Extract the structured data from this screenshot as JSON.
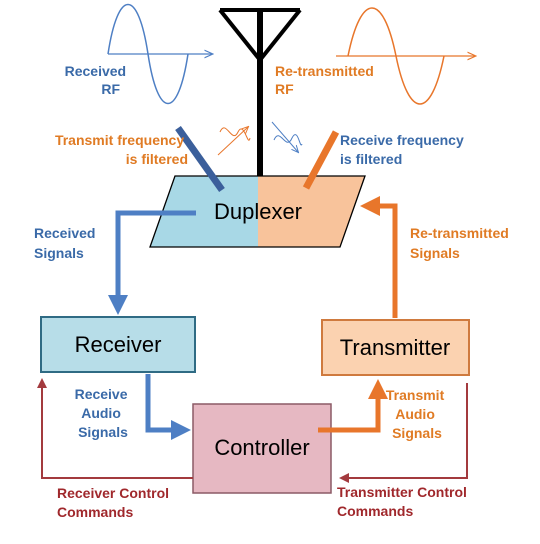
{
  "labels": {
    "received_rf_1": "Received",
    "received_rf_2": "RF",
    "retransmitted_rf_1": "Re-transmitted",
    "retransmitted_rf_2": "RF",
    "transmit_filtered_1": "Transmit frequency",
    "transmit_filtered_2": "is filtered",
    "receive_filtered_1": "Receive frequency",
    "receive_filtered_2": "is filtered",
    "duplexer": "Duplexer",
    "received_signals_1": "Received",
    "received_signals_2": "Signals",
    "retransmitted_signals_1": "Re-transmitted",
    "retransmitted_signals_2": "Signals",
    "receiver": "Receiver",
    "transmitter": "Transmitter",
    "receive_audio_1": "Receive",
    "receive_audio_2": "Audio",
    "receive_audio_3": "Signals",
    "transmit_audio_1": "Transmit",
    "transmit_audio_2": "Audio",
    "transmit_audio_3": "Signals",
    "controller": "Controller",
    "receiver_control_1": "Receiver Control",
    "receiver_control_2": "Commands",
    "transmitter_control_1": "Transmitter Control",
    "transmitter_control_2": "Commands"
  },
  "colors": {
    "blue_text": "#3a6aa8",
    "orange_text": "#e07b24",
    "red_text": "#a0282c",
    "blue_arrow": "#4e7fc4",
    "orange_arrow": "#e8762b",
    "dark_red": "#a33a3e",
    "duplexer_left": "#a8d8e6",
    "duplexer_right": "#f8c39b",
    "receiver_fill": "#b7dde8",
    "transmitter_fill": "#fbd2b0",
    "controller_fill": "#e6b8c2"
  }
}
